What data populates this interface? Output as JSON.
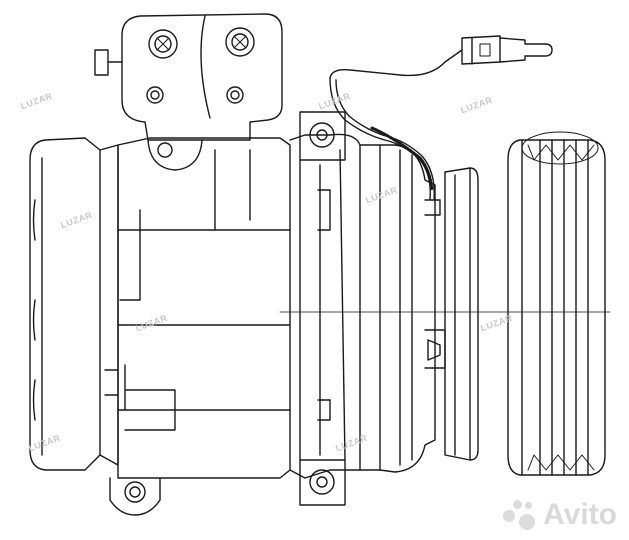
{
  "watermark": {
    "brand": "LUZAR",
    "site": "Avito",
    "colors": {
      "line": "#1a1a1a",
      "watermark": "#cccccc"
    }
  },
  "drawing": {
    "subject": "ac-compressor-line-drawing",
    "line_color": "#1a1a1a"
  }
}
